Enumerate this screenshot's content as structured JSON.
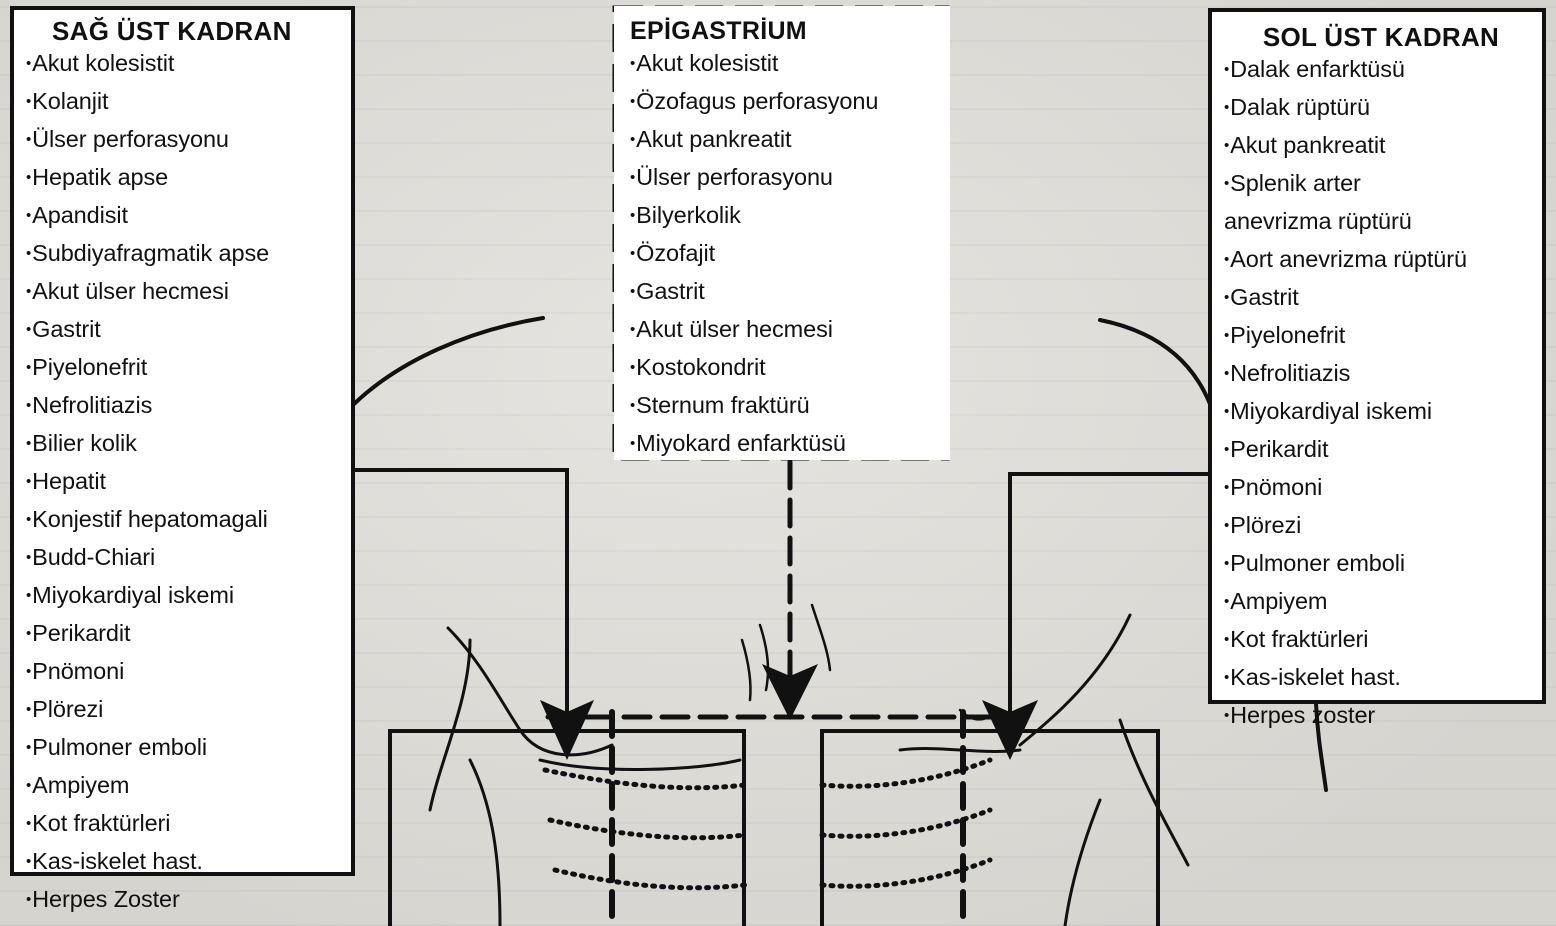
{
  "boxes": {
    "right_upper": {
      "title": "SAĞ ÜST KADRAN",
      "items": [
        "Akut kolesistit",
        "Kolanjit",
        "Ülser perforasyonu",
        "Hepatik apse",
        "Apandisit",
        "Subdiyafragmatik apse",
        "Akut ülser hecmesi",
        "Gastrit",
        "Piyelonefrit",
        "Nefrolitiazis",
        "Bilier kolik",
        "Hepatit",
        "Konjestif hepatomagali",
        "Budd-Chiari",
        "Miyokardiyal iskemi",
        "Perikardit",
        "Pnömoni",
        "Plörezi",
        "Pulmoner emboli",
        "Ampiyem",
        "Kot fraktürleri",
        "Kas-iskelet hast.",
        "Herpes Zoster"
      ]
    },
    "epigastrium": {
      "title": "EPİGASTRİUM",
      "items": [
        "Akut kolesistit",
        "Özofagus perforasyonu",
        "Akut pankreatit",
        "Ülser perforasyonu",
        "Bilyerkolik",
        "Özofajit",
        "Gastrit",
        "Akut ülser hecmesi",
        "Kostokondrit",
        "Sternum fraktürü",
        "Miyokard enfarktüsü"
      ]
    },
    "left_upper": {
      "title": "SOL ÜST KADRAN",
      "items": [
        "Dalak enfarktüsü",
        "Dalak rüptürü",
        "Akut pankreatit",
        "Splenik arter",
        "anevrizma rüptürü",
        "Aort anevrizma rüptürü",
        "Gastrit",
        "Piyelonefrit",
        "Nefrolitiazis",
        "Miyokardiyal iskemi",
        "Perikardit",
        "Pnömoni",
        "Plörezi",
        "Pulmoner emboli",
        "Ampiyem",
        "Kot fraktürleri",
        "Kas-iskelet hast.",
        "Herpes zoster"
      ]
    }
  },
  "colors": {
    "ink": "#111111",
    "paper": "#dcdad6",
    "box": "#ffffff"
  }
}
